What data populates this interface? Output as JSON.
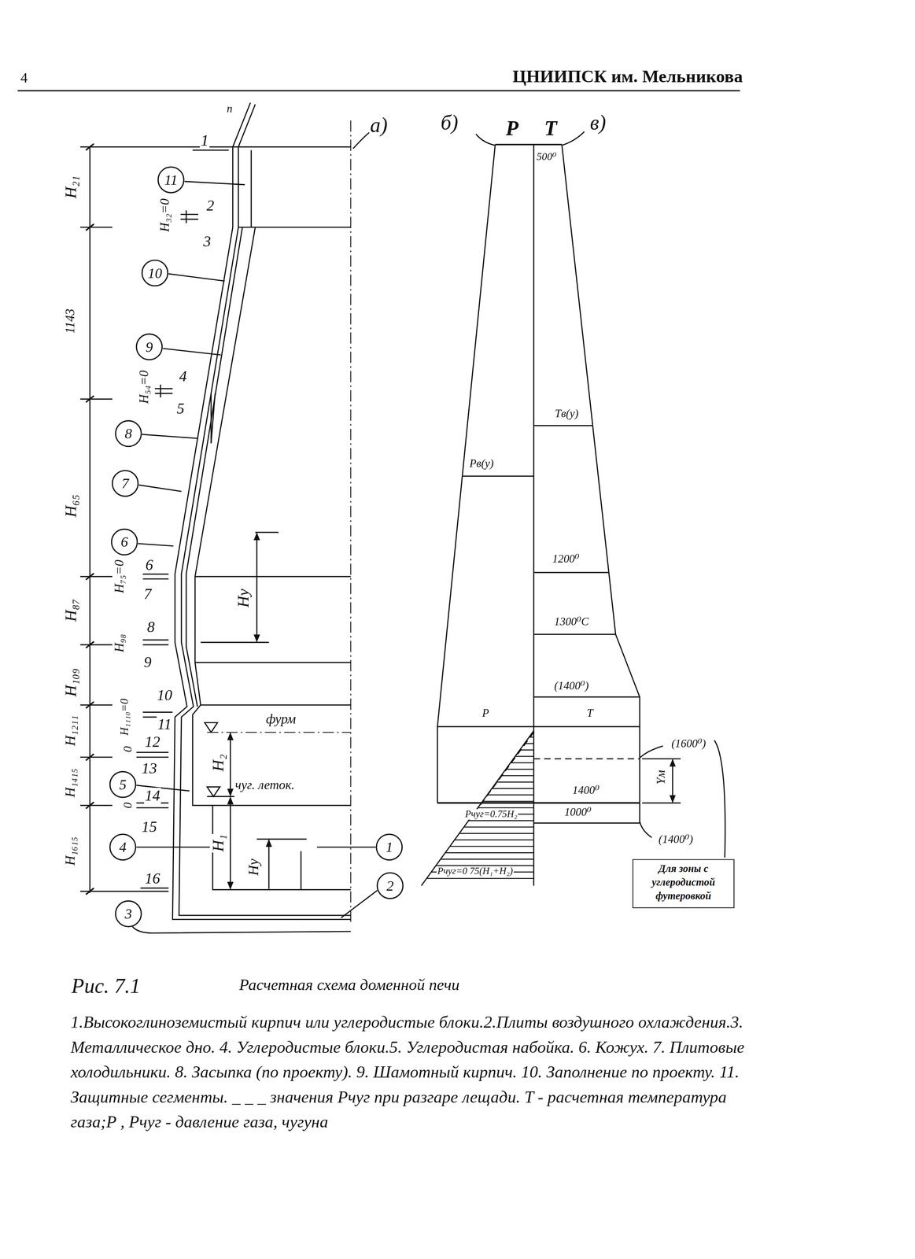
{
  "diagram": {
    "title": "Расчетная схема доменной печи",
    "caption": "1.Высокоглиноземистый кирпич или углеродистые блоки.2.Плиты воздушного охлаждения.3. Металлическое дно. 4. Углеродистые блоки.5. Углеродистая набойка. 6. Кожух. 7. Плитовые холодильники. 8. Засыпка (по проекту). 9. Шамотный кирпич. 10. Заполнение по проекту. 11. Защитные сегменты. _ _ _ значения Pчуг при разгаре лещади. T - расчетная температура газа;P , Pчуг - давление газа, чугуна",
    "nodes": [
      {
        "text": [
          "11"
        ]
      },
      {
        "text": [
          "10"
        ]
      },
      {
        "text": [
          "9"
        ]
      },
      {
        "text": [
          "8"
        ]
      },
      {
        "text": [
          "7"
        ]
      },
      {
        "text": [
          "6"
        ]
      },
      {
        "text": [
          "5"
        ]
      },
      {
        "text": [
          "1"
        ]
      },
      {
        "text": [
          "4"
        ]
      },
      {
        "text": [
          "2"
        ]
      },
      {
        "text": [
          "3"
        ]
      },
      {
        "text": [
          "Для зоны с углеродистой футеровкой"
        ]
      }
    ],
    "labels": [
      "4",
      "ЦНИИПСК им. Мельникова",
      "n",
      "а)",
      "H₂₁",
      "1",
      "H₃₂=0",
      "2",
      "3",
      "1143",
      "H₅₄=0",
      "4",
      "5",
      "H₆₅",
      "H₇₅=0",
      "6",
      "7",
      "Hу",
      "H₈₇",
      "H₉₈",
      "8",
      "9",
      "H₁₀₉",
      "H₁₁₁₀=0",
      "10",
      "11",
      "фурм",
      "H₁₂₁₁",
      "0",
      "12",
      "13",
      "H₂",
      "H₁₄₁₅",
      "чуг. леток.",
      "0",
      "14",
      "15",
      "H₁",
      "H₁₆₁₅",
      "Hу",
      "16",
      "б)",
      "P",
      "T",
      "в)",
      "500⁰",
      "Tв(y)",
      "Pв(y)",
      "1200⁰",
      "1300⁰C",
      "(1400⁰)",
      "P",
      "T",
      "(1600⁰)",
      "Yм",
      "1400⁰",
      "Pчуг=0.75H₂",
      "1000⁰",
      "(1400⁰)",
      "Pчуг=0 75(H₁+H₂)",
      "Рис. 7.1"
    ]
  }
}
